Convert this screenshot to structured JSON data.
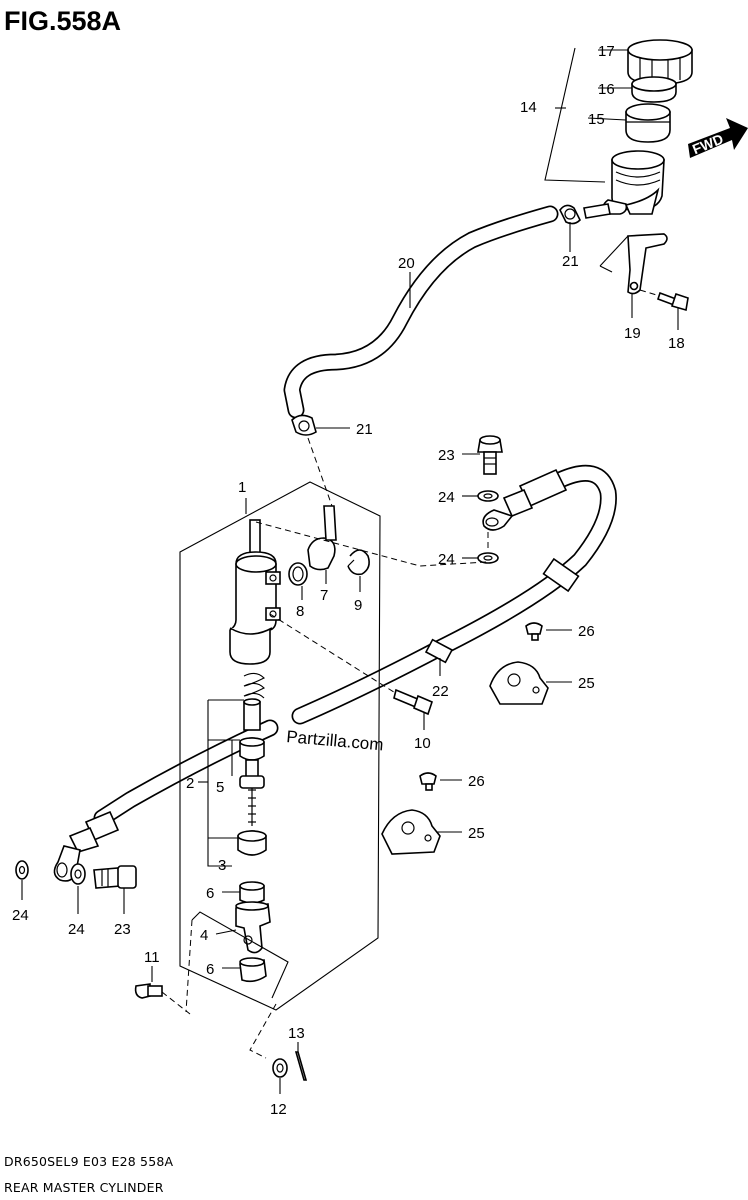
{
  "figure": {
    "title": "FIG.558A",
    "model_code": "DR650SEL9  E03  E28  558A",
    "caption": "REAR MASTER CYLINDER",
    "watermark": "Partzilla.com",
    "direction_label": "FWD"
  },
  "callouts": {
    "c1": "1",
    "c2": "2",
    "c3": "3",
    "c4": "4",
    "c5": "5",
    "c6a": "6",
    "c6b": "6",
    "c7": "7",
    "c8": "8",
    "c9": "9",
    "c10": "10",
    "c11": "11",
    "c12": "12",
    "c13": "13",
    "c14": "14",
    "c15": "15",
    "c16": "16",
    "c17": "17",
    "c18": "18",
    "c19": "19",
    "c20": "20",
    "c21a": "21",
    "c21b": "21",
    "c22": "22",
    "c23a": "23",
    "c23b": "23",
    "c24a": "24",
    "c24b": "24",
    "c24c": "24",
    "c24d": "24",
    "c25a": "25",
    "c25b": "25",
    "c26a": "26",
    "c26b": "26"
  }
}
